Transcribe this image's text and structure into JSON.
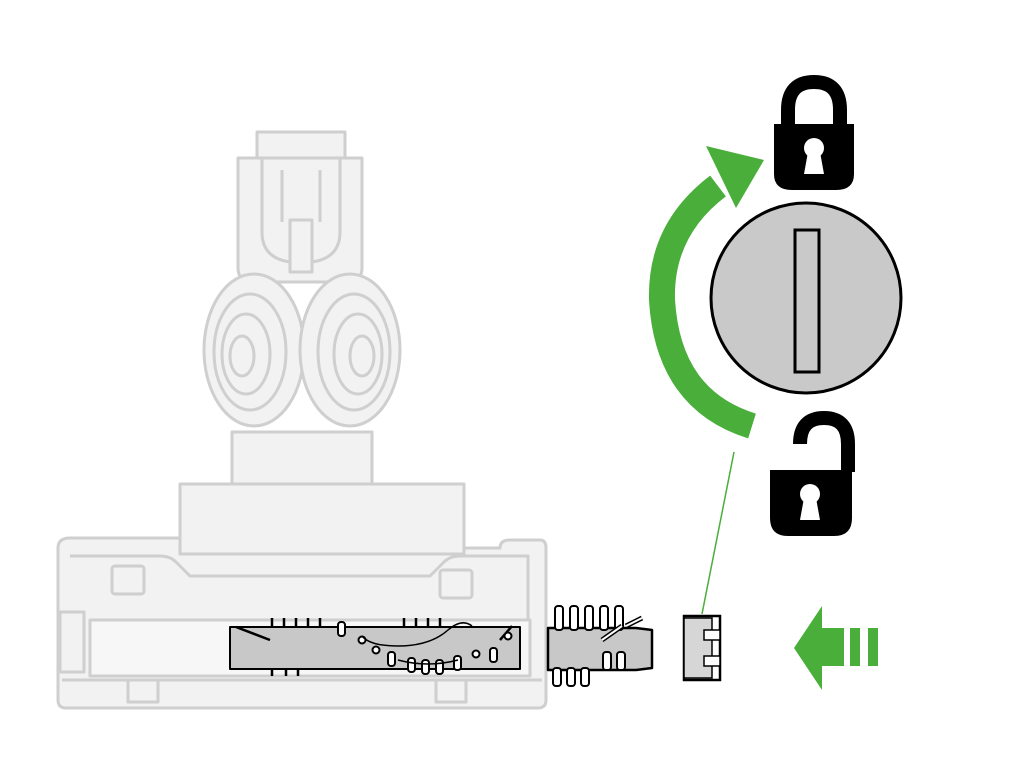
{
  "diagram": {
    "components": {
      "vacuum_head": "vacuum-cleaner-head",
      "brush_bar": "brush-bar",
      "end_cap": "end-cap",
      "lock_dial": "end-cap-lock-dial"
    },
    "icons": {
      "locked": "padlock-closed-icon",
      "unlocked": "padlock-open-icon",
      "rotate": "curved-arrow-icon",
      "insert": "insert-arrow-icon"
    },
    "colors": {
      "accent": "#4aae3a",
      "outline": "#000000",
      "ghost": "#cccccc",
      "dial_fill": "#c9c9c9"
    }
  }
}
